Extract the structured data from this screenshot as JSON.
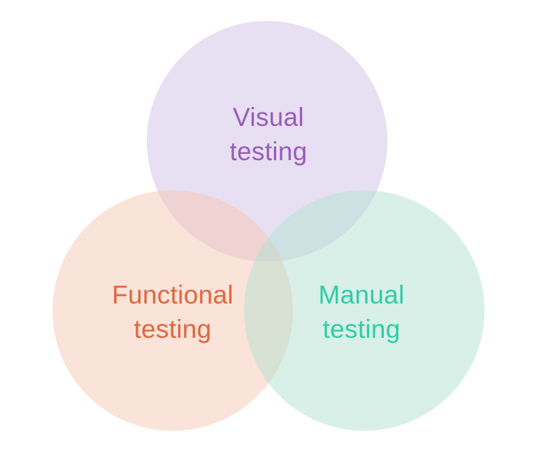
{
  "diagram": {
    "type": "venn",
    "background": "#ffffff",
    "sets": [
      {
        "id": "visual-testing",
        "label": "Visual testing",
        "line1": "Visual",
        "line2": "testing",
        "fill": "#CFBFE580",
        "text_color": "#9A5CB8"
      },
      {
        "id": "functional-testing",
        "label": "Functional testing",
        "line1": "Functional",
        "line2": "testing",
        "fill": "#F5C7B180",
        "text_color": "#E0663E"
      },
      {
        "id": "manual-testing",
        "label": "Manual testing",
        "line1": "Manual",
        "line2": "testing",
        "fill": "#B3E1D180",
        "text_color": "#2DCDA6"
      }
    ]
  }
}
